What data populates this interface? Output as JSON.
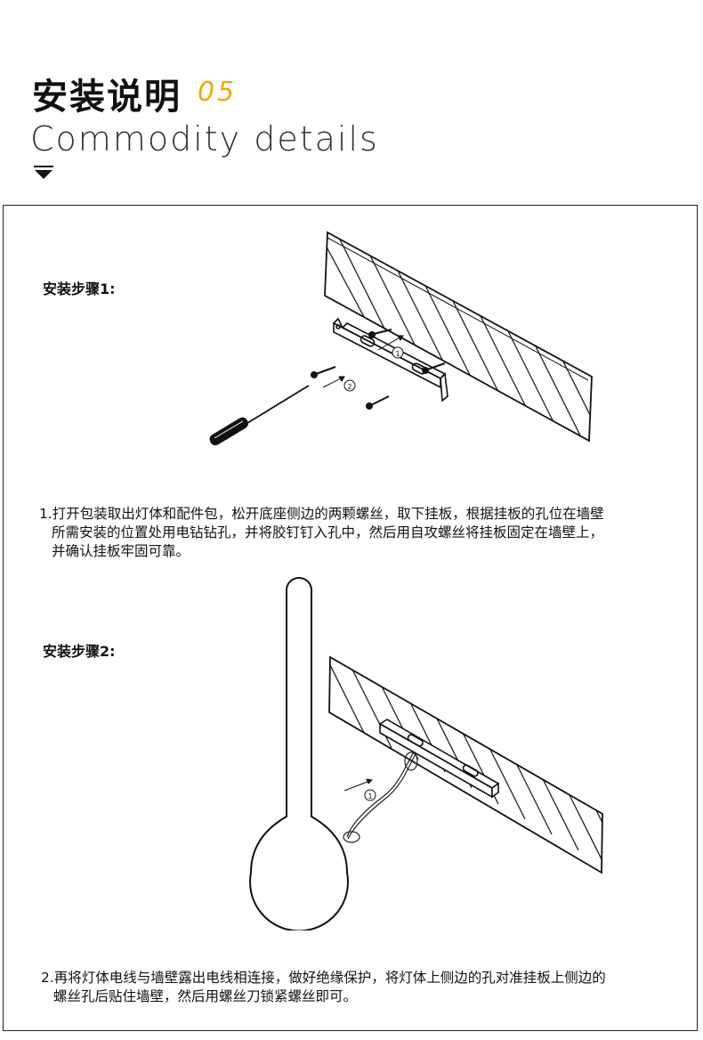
{
  "header": {
    "title": "安装说明",
    "number": "05",
    "subtitle": "Commodity  details",
    "accent_color": "#f0a80a",
    "arrow_icon": "chevron-down-icon"
  },
  "steps": [
    {
      "label": "安装步骤1:",
      "text_lines": [
        "1.打开包装取出灯体和配件包，松开底座侧边的两颗螺丝，取下挂板，根据挂板的孔位在墙壁",
        "所需安装的位置处用电钻钻孔，并将胶钉钉入孔中，然后用自攻螺丝将挂板固定在墙壁上，",
        "并确认挂板牢固可靠。"
      ],
      "callouts": [
        "1",
        "2"
      ]
    },
    {
      "label": "安装步骤2:",
      "text_lines": [
        "2.再将灯体电线与墙壁露出电线相连接，做好绝缘保护，将灯体上侧边的孔对准挂板上侧边的",
        "螺丝孔后贴住墙壁，然后用螺丝刀锁紧螺丝即可。"
      ],
      "callouts": [
        "1"
      ]
    }
  ]
}
